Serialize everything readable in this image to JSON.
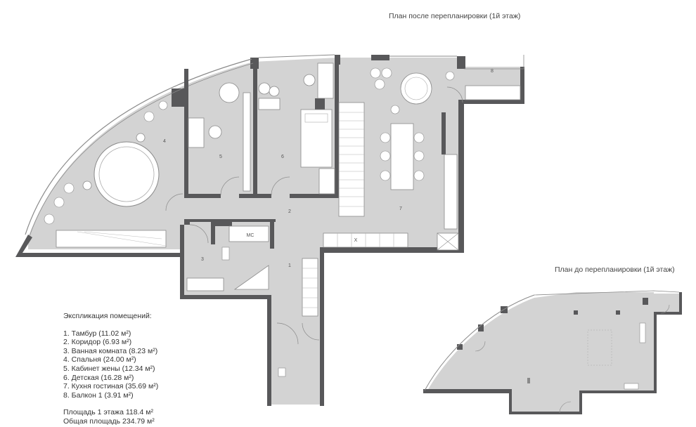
{
  "plans": {
    "after": {
      "title": "План после перепланировки (1й этаж)"
    },
    "before": {
      "title": "План до перепланировки (1й этаж)"
    }
  },
  "legend": {
    "heading": "Экспликация помещений:",
    "rooms": [
      "1. Тамбур (11.02 м²)",
      "2. Коридор (6.93 м²)",
      "3. Ванная комната (8.23 м²)",
      "4. Спальня (24.00 м²)",
      "5. Кабинет жены (12.34 м²)",
      "6. Детская (16.28 м²)",
      "7. Кухня гостиная (35.69 м²)",
      "8. Балкон 1 (3.91 м²)"
    ],
    "floor_area": "Площадь 1 этажа 118.4 м²",
    "total_area": "Общая площадь 234.79 м²"
  },
  "room_numbers": [
    "1",
    "2",
    "3",
    "4",
    "5",
    "6",
    "7",
    "8"
  ],
  "fixture_labels": {
    "ms": "МС",
    "x": "X"
  },
  "colors": {
    "floor": "#d3d3d3",
    "wall": "#58585a",
    "line": "#8a8a8a",
    "bg": "#ffffff"
  }
}
